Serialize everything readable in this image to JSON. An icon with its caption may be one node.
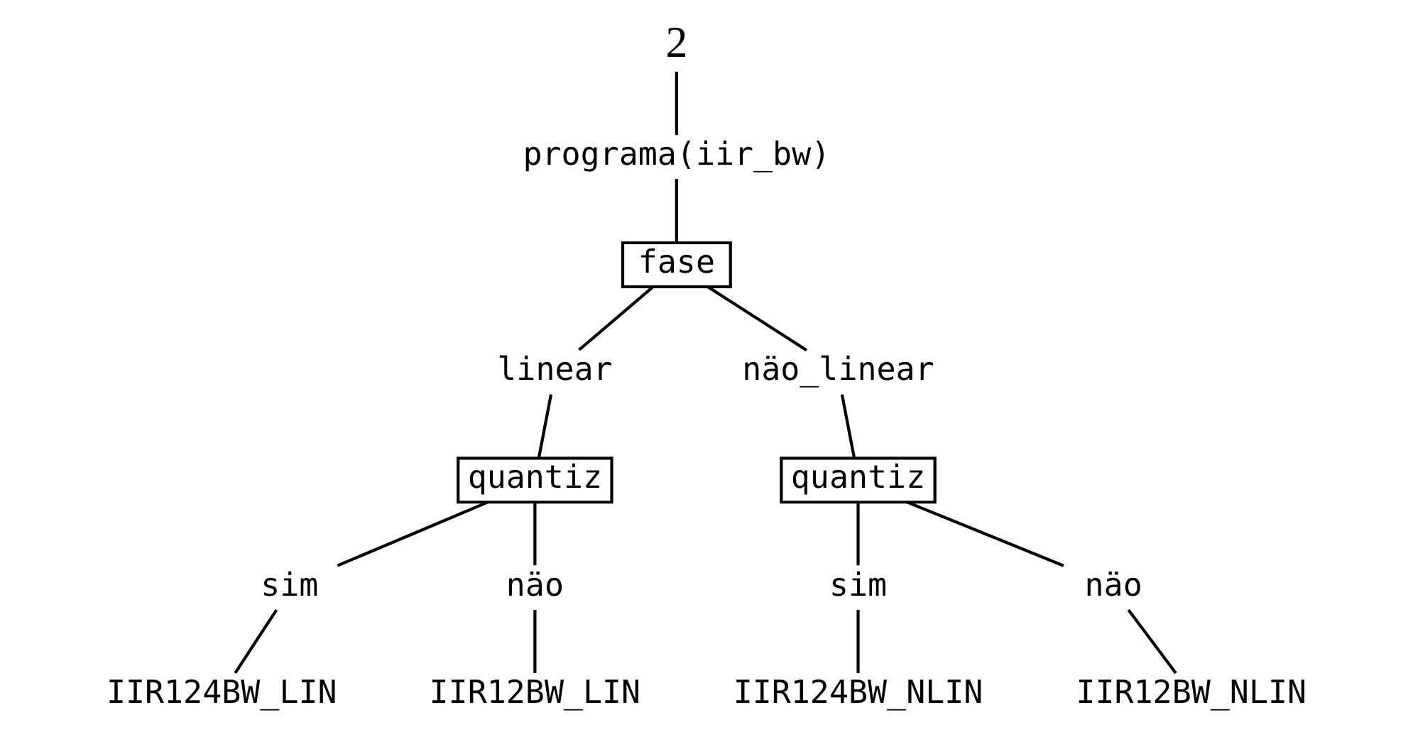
{
  "diagram": {
    "nodes": [
      {
        "text": [
          "2"
        ]
      },
      {
        "text": [
          "programa(iir_bw)"
        ]
      },
      {
        "text": [
          "fase"
        ]
      },
      {
        "text": [
          "linear"
        ]
      },
      {
        "text": [
          "näo_linear"
        ]
      },
      {
        "text": [
          "quantiz"
        ]
      },
      {
        "text": [
          "quantiz"
        ]
      },
      {
        "text": [
          "sim"
        ]
      },
      {
        "text": [
          "näo"
        ]
      },
      {
        "text": [
          "sim"
        ]
      },
      {
        "text": [
          "näo"
        ]
      },
      {
        "text": [
          "IIR124BW_LIN"
        ]
      },
      {
        "text": [
          "IIR12BW_LIN"
        ]
      },
      {
        "text": [
          "IIR124BW_NLIN"
        ]
      },
      {
        "text": [
          "IIR12BW_NLIN"
        ]
      }
    ],
    "edges": [
      {
        "from": 0,
        "to": 1,
        "arrow": "none"
      },
      {
        "from": 1,
        "to": 2,
        "arrow": "none"
      },
      {
        "from": 2,
        "to": 3,
        "arrow": "none"
      },
      {
        "from": 2,
        "to": 4,
        "arrow": "none"
      },
      {
        "from": 3,
        "to": 5,
        "arrow": "none"
      },
      {
        "from": 4,
        "to": 6,
        "arrow": "none"
      },
      {
        "from": 5,
        "to": 7,
        "arrow": "none"
      },
      {
        "from": 5,
        "to": 8,
        "arrow": "none"
      },
      {
        "from": 6,
        "to": 9,
        "arrow": "none"
      },
      {
        "from": 6,
        "to": 10,
        "arrow": "none"
      },
      {
        "from": 7,
        "to": 11,
        "arrow": "none"
      },
      {
        "from": 8,
        "to": 12,
        "arrow": "none"
      },
      {
        "from": 9,
        "to": 13,
        "arrow": "none"
      },
      {
        "from": 10,
        "to": 14,
        "arrow": "none"
      }
    ]
  }
}
